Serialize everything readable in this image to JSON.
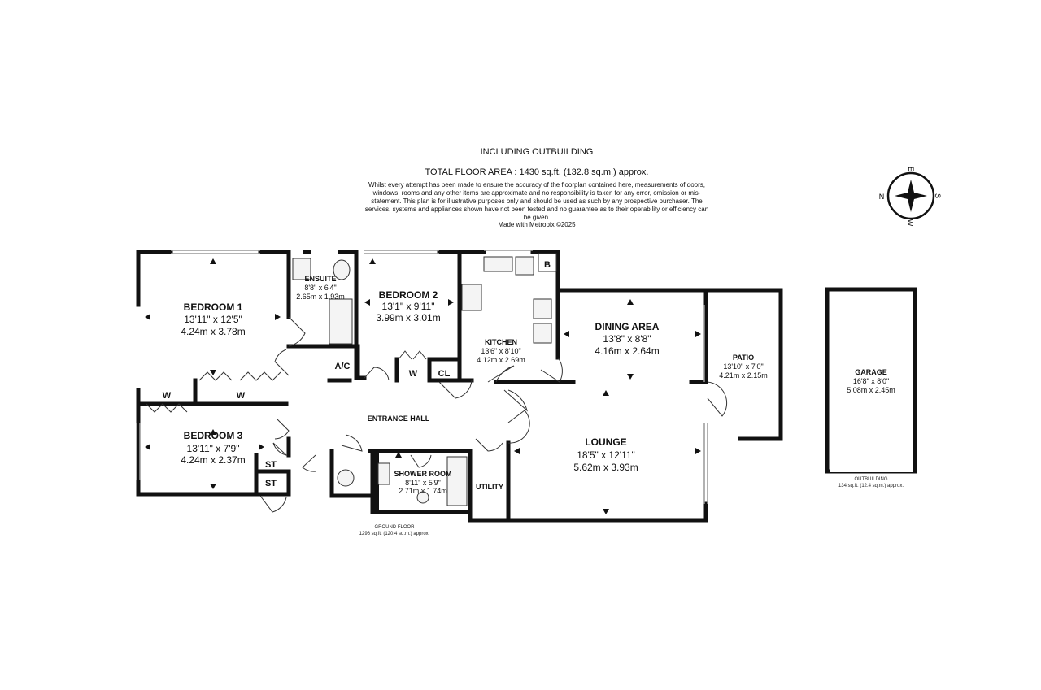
{
  "header": {
    "title": "INCLUDING OUTBUILDING",
    "total_area": "TOTAL FLOOR AREA : 1430 sq.ft. (132.8 sq.m.) approx.",
    "disclaimer": "Whilst every attempt has been made to ensure the accuracy of the floorplan contained here, measurements of doors, windows, rooms and any other items are approximate and no responsibility is taken for any error, omission or mis-statement. This plan is for illustrative purposes only and should be used as such by any prospective purchaser. The services, systems and appliances shown have not been tested and no guarantee as to their operability or efficiency can be given.",
    "credit": "Made with Metropix ©2025"
  },
  "compass": {
    "n": "N",
    "e": "E",
    "s": "S",
    "w": "W"
  },
  "rooms": {
    "bedroom1": {
      "name": "BEDROOM 1",
      "imperial": "13'11\" x 12'5\"",
      "metric": "4.24m x 3.78m"
    },
    "ensuite": {
      "name": "ENSUITE",
      "imperial": "8'8\" x 6'4\"",
      "metric": "2.65m x 1.93m"
    },
    "bedroom2": {
      "name": "BEDROOM 2",
      "imperial": "13'1\" x 9'11\"",
      "metric": "3.99m x 3.01m"
    },
    "kitchen": {
      "name": "KITCHEN",
      "imperial": "13'6\" x 8'10\"",
      "metric": "4.12m x 2.69m"
    },
    "dining": {
      "name": "DINING AREA",
      "imperial": "13'8\" x 8'8\"",
      "metric": "4.16m x 2.64m"
    },
    "patio": {
      "name": "PATIO",
      "imperial": "13'10\" x 7'0\"",
      "metric": "4.21m x 2.15m"
    },
    "garage": {
      "name": "GARAGE",
      "imperial": "16'8\" x 8'0\"",
      "metric": "5.08m x 2.45m"
    },
    "bedroom3": {
      "name": "BEDROOM 3",
      "imperial": "13'11\" x 7'9\"",
      "metric": "4.24m x 2.37m"
    },
    "hall": {
      "name": "ENTRANCE HALL"
    },
    "lounge": {
      "name": "LOUNGE",
      "imperial": "18'5\" x 12'11\"",
      "metric": "5.62m x 3.93m"
    },
    "shower": {
      "name": "SHOWER ROOM",
      "imperial": "8'11\" x 5'9\"",
      "metric": "2.71m x 1.74m"
    },
    "utility": {
      "name": "UTILITY"
    }
  },
  "cupboards": {
    "wardrobe": "W",
    "airing": "A/C",
    "closet": "CL",
    "store": "ST",
    "boiler": "B"
  },
  "floors": {
    "ground": {
      "name": "GROUND FLOOR",
      "area": "1296 sq.ft. (120.4 sq.m.) approx."
    },
    "outbuilding": {
      "name": "OUTBUILDING",
      "area": "134 sq.ft. (12.4 sq.m.) approx."
    }
  }
}
